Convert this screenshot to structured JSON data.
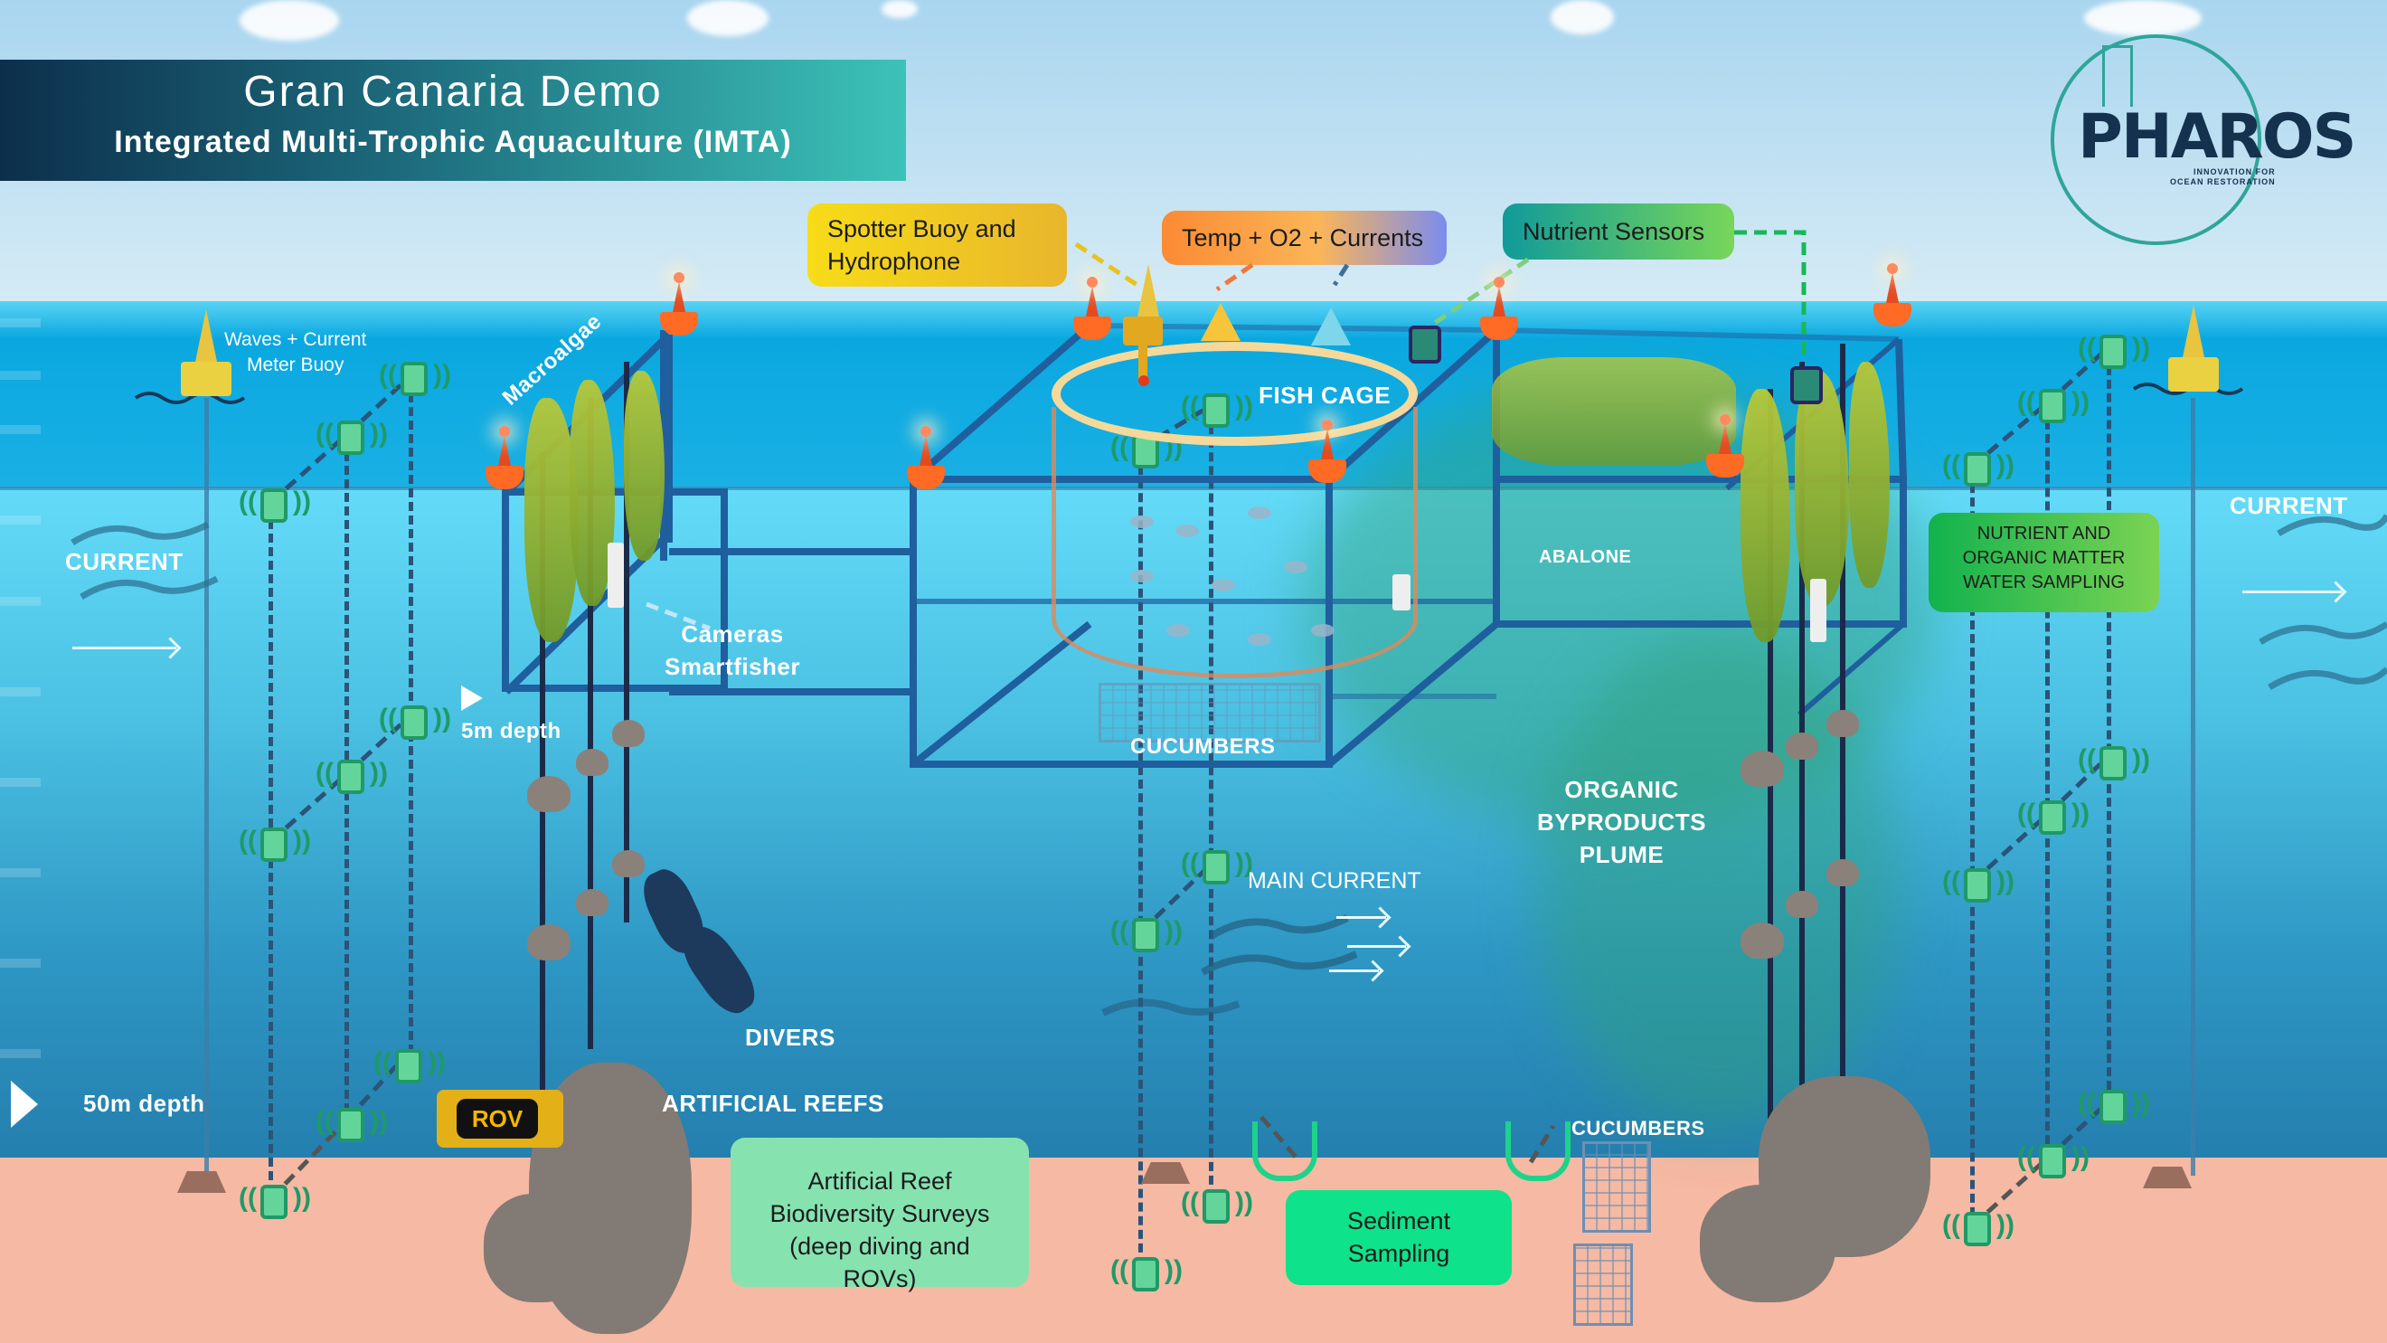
{
  "title": {
    "main": "Gran Canaria Demo",
    "subtitle": "Integrated Multi-Trophic Aquaculture (IMTA)"
  },
  "logo": {
    "name": "PHAROS",
    "tagline_line1": "INNOVATION FOR",
    "tagline_line2": "OCEAN RESTORATION"
  },
  "callouts": {
    "spotter_buoy": {
      "line1": "Spotter Buoy and",
      "line2": "Hydrophone",
      "color_from": "#f7dc18",
      "color_to": "#e8b62c"
    },
    "temp_o2": {
      "text": "Temp + O2 + Currents",
      "color_from": "#fb8a33",
      "color_to": "#7b8cef"
    },
    "nutrient_sensors": {
      "text": "Nutrient Sensors",
      "color_from": "#109a9a",
      "color_to": "#78d659"
    },
    "water_sampling": {
      "line1": "NUTRIENT AND",
      "line2": "ORGANIC MATTER",
      "line3": "WATER SAMPLING",
      "color_from": "#12b24e",
      "color_to": "#7bd353"
    },
    "reef_surveys": {
      "line1": "Artificial Reef",
      "line2": "Biodiversity Surveys",
      "line3": "(deep diving and ROVs)",
      "color": "#86e3b0"
    },
    "sediment": {
      "line1": "Sediment",
      "line2": "Sampling",
      "color": "#0ee28b"
    }
  },
  "labels": {
    "wave_buoy_line1": "Waves + Current",
    "wave_buoy_line2": "Meter Buoy",
    "current_left": "CURRENT",
    "current_right": "CURRENT",
    "macroalgae": "Macroalgae",
    "cameras_line1": "Cameras",
    "cameras_line2": "Smartfisher",
    "depth_5m": "5m depth",
    "depth_50m": "50m depth",
    "fish_cage": "FISH CAGE",
    "abalone": "ABALONE",
    "cucumbers_mid": "CUCUMBERS",
    "cucumbers_bottom": "CUCUMBERS",
    "plume_line1": "ORGANIC",
    "plume_line2": "BYPRODUCTS",
    "plume_line3": "PLUME",
    "main_current": "MAIN CURRENT",
    "divers": "DIVERS",
    "artificial_reefs": "ARTIFICIAL REEFS",
    "rov": "ROV"
  },
  "icons": {
    "temperature_sensor": "thermometer-icon",
    "oxygen_sensor": "o2-icon",
    "acoustic_tag": "acoustic-receiver-icon",
    "camera": "camera-icon",
    "buoy": "buoy-icon"
  },
  "colors": {
    "sky": "#b9ddf1",
    "water": "#2fa8d8",
    "seabed": "#f6b9a3",
    "frame": "#1f5f9e",
    "buoy": "#ff6a24",
    "sensor": "#1f9a66"
  }
}
